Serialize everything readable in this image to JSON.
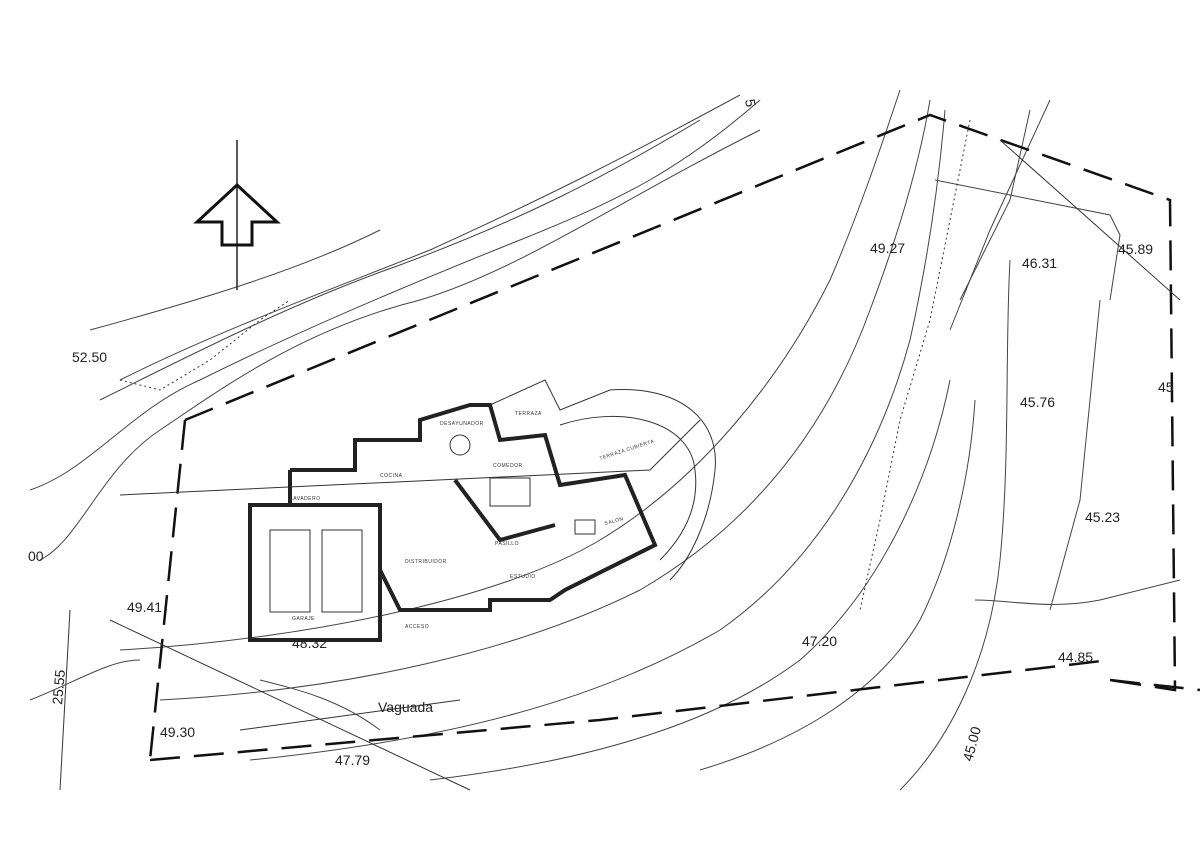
{
  "title": "Site plan with contour lines",
  "elevations": [
    "52.50",
    "49.41",
    "48.32",
    "49.30",
    "47.79",
    "47.20",
    "49.27",
    "46.31",
    "45.89",
    "45.76",
    "45.23",
    "44.85",
    "45",
    "5",
    "00"
  ],
  "rotated_labels": [
    "25.55",
    "45.00"
  ],
  "feature_label": "Vaguada",
  "rooms": [
    "DESAYUNADOR",
    "TERRAZA",
    "COCINA",
    "COMEDOR",
    "TERRAZA CUBIERTA",
    "LAVADERO",
    "SALON",
    "PASILLO",
    "DISTRIBUIDOR",
    "ESTUDIO",
    "GARAJE",
    "ACCESO"
  ],
  "north_arrow": "north-arrow-icon"
}
